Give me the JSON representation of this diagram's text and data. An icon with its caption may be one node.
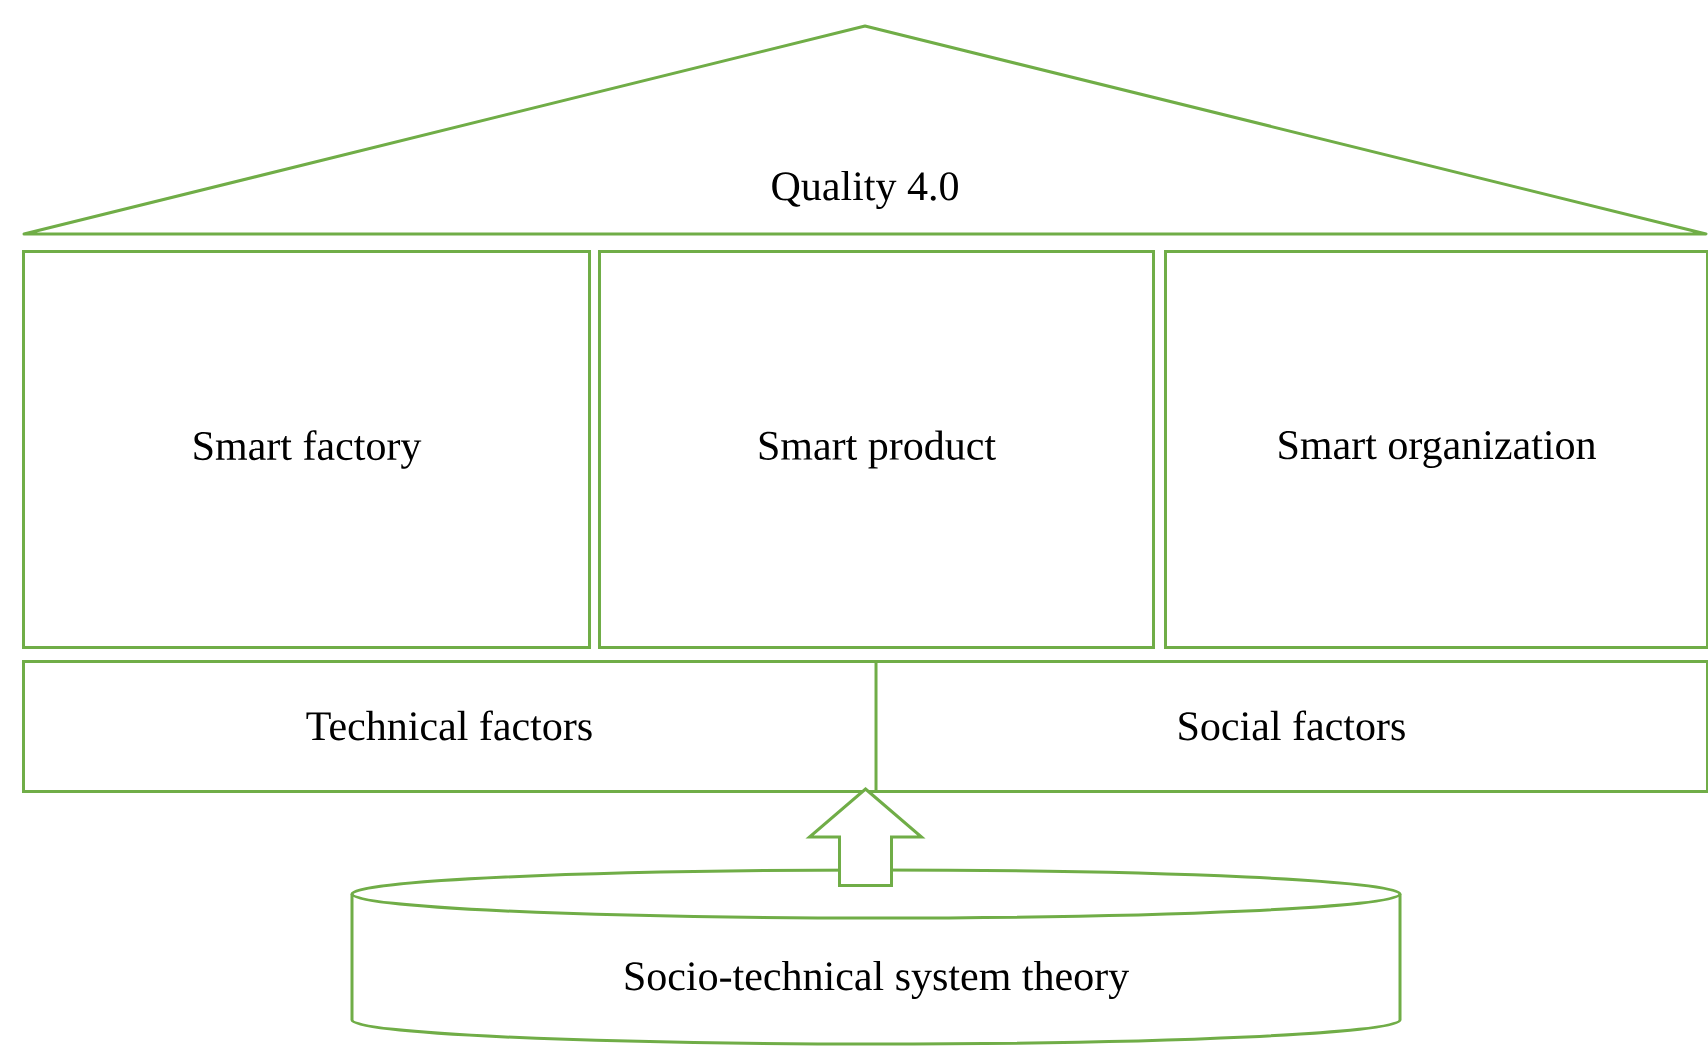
{
  "diagram": {
    "nodes": [
      {
        "text": [
          "Quality 4.0"
        ]
      },
      {
        "text": [
          "Smart factory"
        ]
      },
      {
        "text": [
          "Smart product"
        ]
      },
      {
        "text": [
          "Smart organization"
        ]
      },
      {
        "text": [],
        "shape": "box"
      },
      {
        "text": [
          "Technical factors"
        ],
        "in": 4
      },
      {
        "text": [
          "Social factors"
        ],
        "in": 4
      },
      {
        "text": [
          "Socio-technical system theory"
        ]
      }
    ],
    "edges": [
      {
        "from": 7,
        "to": 4,
        "arrow": "to"
      }
    ]
  }
}
